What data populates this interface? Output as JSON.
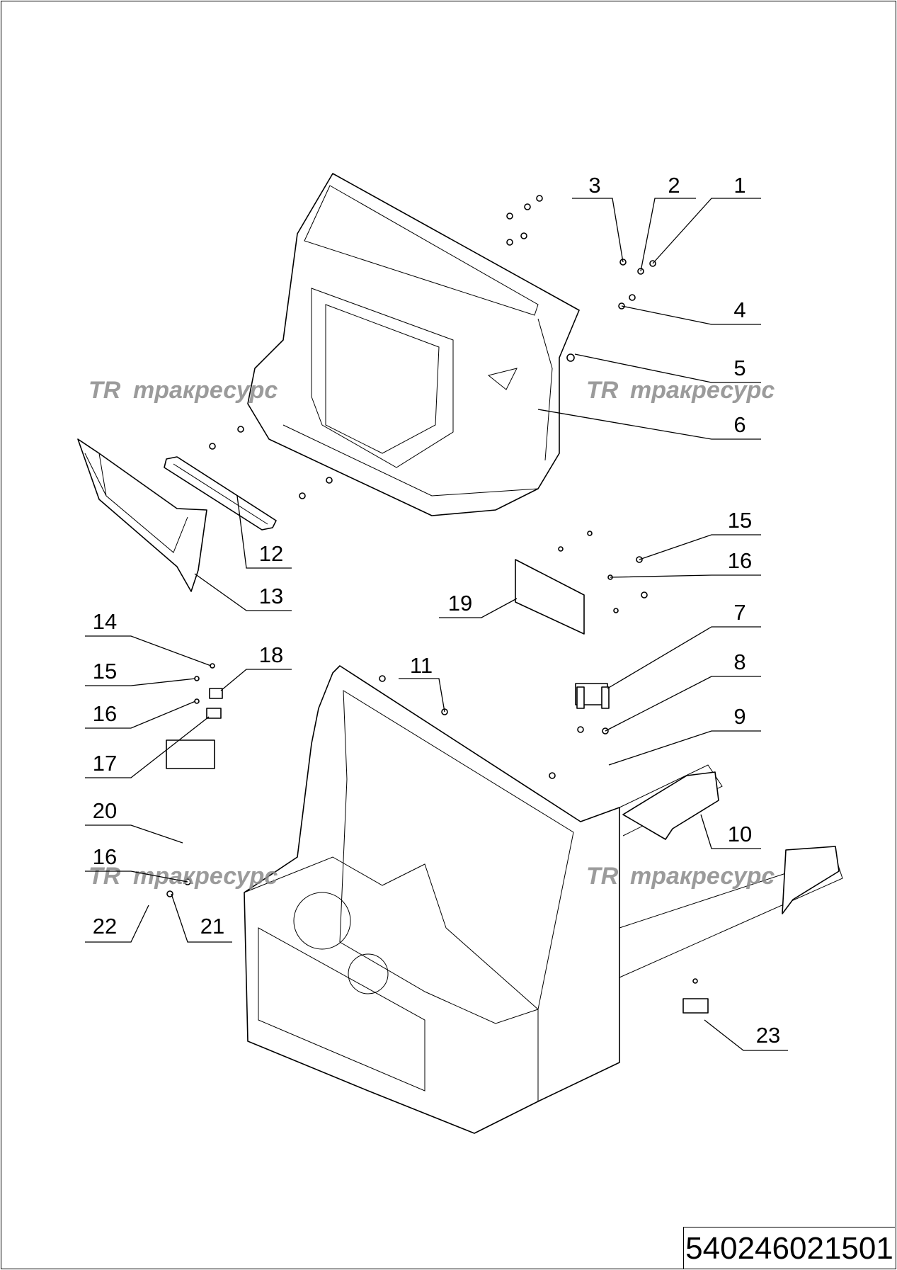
{
  "document_code": "540246021501",
  "watermark": "тракресурс",
  "watermark_logo": "TR",
  "callouts": {
    "c1": "1",
    "c2": "2",
    "c3": "3",
    "c4": "4",
    "c5": "5",
    "c6": "6",
    "c7": "7",
    "c8": "8",
    "c9": "9",
    "c10": "10",
    "c11": "11",
    "c12": "12",
    "c13": "13",
    "c14": "14",
    "c15a": "15",
    "c15b": "15",
    "c16a": "16",
    "c16b": "16",
    "c16c": "16",
    "c17": "17",
    "c18": "18",
    "c19": "19",
    "c20": "20",
    "c21": "21",
    "c22": "22",
    "c23": "23"
  }
}
